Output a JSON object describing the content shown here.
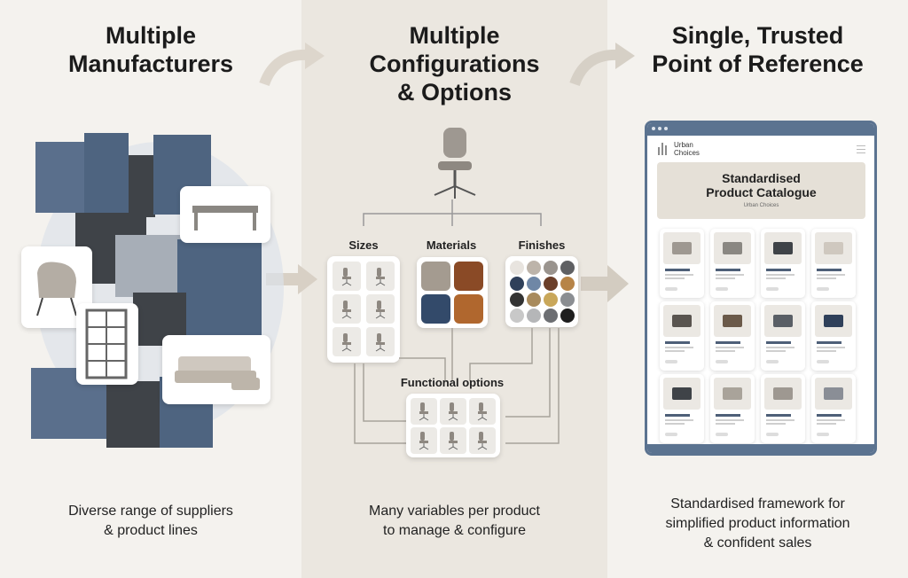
{
  "columns": [
    {
      "title_line1": "Multiple",
      "title_line2": "Manufacturers",
      "caption_line1": "Diverse range of suppliers",
      "caption_line2": "& product lines"
    },
    {
      "title_line1": "Multiple",
      "title_line2": "Configurations",
      "title_line3": "& Options",
      "caption_line1": "Many variables per product",
      "caption_line2": "to manage & configure"
    },
    {
      "title_line1": "Single, Trusted",
      "title_line2": "Point of Reference",
      "caption_line1": "Standardised framework for",
      "caption_line2": "simplified product information",
      "caption_line3": "& confident sales"
    }
  ],
  "config": {
    "sizes": "Sizes",
    "materials": "Materials",
    "finishes": "Finishes",
    "functional": "Functional options"
  },
  "catalogue": {
    "brand_line1": "Urban",
    "brand_line2": "Choices",
    "title_line1": "Standardised",
    "title_line2": "Product Catalogue",
    "subtitle": "Urban Choices"
  },
  "colors": {
    "slate": "#4e6480",
    "charcoal": "#3f4348",
    "materials": [
      "#a49b90",
      "#8a4a26",
      "#334a6a",
      "#b0672e"
    ],
    "finishes": [
      "#e8e4df",
      "#bdb4aa",
      "#9a948e",
      "#5f6063",
      "#2f405a",
      "#6f87a6",
      "#6b3f2a",
      "#b78447",
      "#333333",
      "#a88a5c",
      "#c9a75a",
      "#8b8e92",
      "#c8c8c8",
      "#b5b6b8",
      "#6c6e72",
      "#1e1e1e"
    ]
  }
}
